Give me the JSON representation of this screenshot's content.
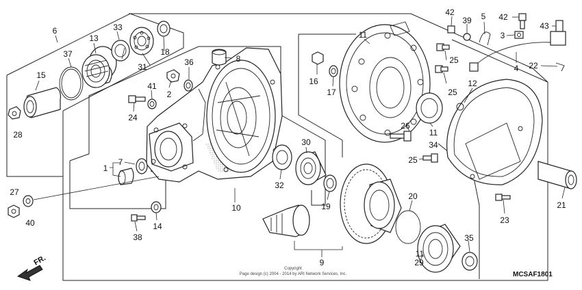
{
  "diagram_code": "MCSAF1801",
  "direction_label": "FR.",
  "copyright": {
    "line1": "Copyright",
    "line2": "Page design (c) 2004 - 2014 by ARI Network Services, Inc."
  },
  "callouts": {
    "c1": "1",
    "c2": "2",
    "c3": "3",
    "c4": "4",
    "c5": "5",
    "c6": "6",
    "c7": "7",
    "c8": "8",
    "c9": "9",
    "c10": "10",
    "c11a": "11",
    "c11b": "11",
    "c11c": "11",
    "c12": "12",
    "c13": "13",
    "c14": "14",
    "c15": "15",
    "c16": "16",
    "c17": "17",
    "c18": "18",
    "c19": "19",
    "c20": "20",
    "c21": "21",
    "c22": "22",
    "c23": "23",
    "c24": "24",
    "c25a": "25",
    "c25b": "25",
    "c25c": "25",
    "c26": "26",
    "c27": "27",
    "c28": "28",
    "c29": "29",
    "c30": "30",
    "c31": "31",
    "c32": "32",
    "c33": "33",
    "c34": "34",
    "c35": "35",
    "c36": "36",
    "c37": "37",
    "c38": "38",
    "c39": "39",
    "c40": "40",
    "c41": "41",
    "c42a": "42",
    "c42b": "42",
    "c43": "43"
  }
}
